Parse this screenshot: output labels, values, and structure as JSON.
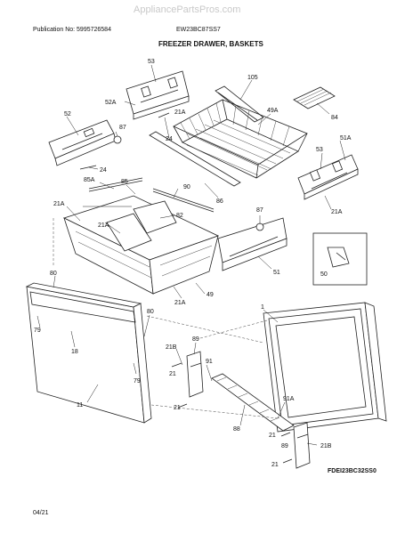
{
  "header": {
    "watermark": "AppliancePartsPros.com",
    "publication": "Publication No: 5995726584",
    "model": "EW23BC87SS7",
    "title": "FREEZER DRAWER, BASKETS"
  },
  "callouts": {
    "c53a": "53",
    "c105": "105",
    "c52a": "52A",
    "c21a_1": "21A",
    "c49a": "49A",
    "c84": "84",
    "c52": "52",
    "c87a": "87",
    "c24a": "24",
    "c24b": "24",
    "c53b": "53",
    "c51a": "51A",
    "c85a": "85A",
    "c85": "85",
    "c90": "90",
    "c86": "86",
    "c21a_2": "21A",
    "c21a_3": "21A",
    "c82": "82",
    "c87b": "87",
    "c21a_4": "21A",
    "c80a": "80",
    "c49": "49",
    "c21a_5": "21A",
    "c51": "51",
    "c50": "50",
    "c1": "1",
    "c79a": "79",
    "c18": "18",
    "c80b": "80",
    "c21b_1": "21B",
    "c89a": "89",
    "c91": "91",
    "c21_1": "21",
    "c79b": "79",
    "c21_2": "21",
    "c11": "11",
    "c88": "88",
    "c91a": "91A",
    "c21_3": "21",
    "c89b": "89",
    "c21b_2": "21B",
    "c21_4": "21"
  },
  "footer": {
    "diagram_code": "FDEI23BC32SS0",
    "date": "04/21"
  }
}
